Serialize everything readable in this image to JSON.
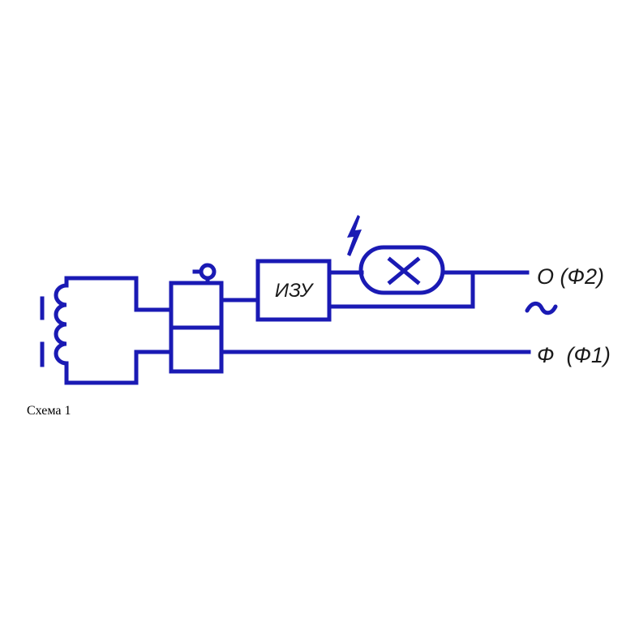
{
  "diagram": {
    "block_label": "ИЗУ",
    "terminal_top": "О (Ф2)",
    "terminal_bottom": "Ф  (Ф1)",
    "caption": "Схема 1",
    "wire_color": "#1a1ab4",
    "icons": [
      "ballast-choke-icon",
      "starter-switch-icon",
      "igniter-block",
      "discharge-lamp-icon",
      "lightning-icon",
      "ac-symbol-icon"
    ]
  }
}
